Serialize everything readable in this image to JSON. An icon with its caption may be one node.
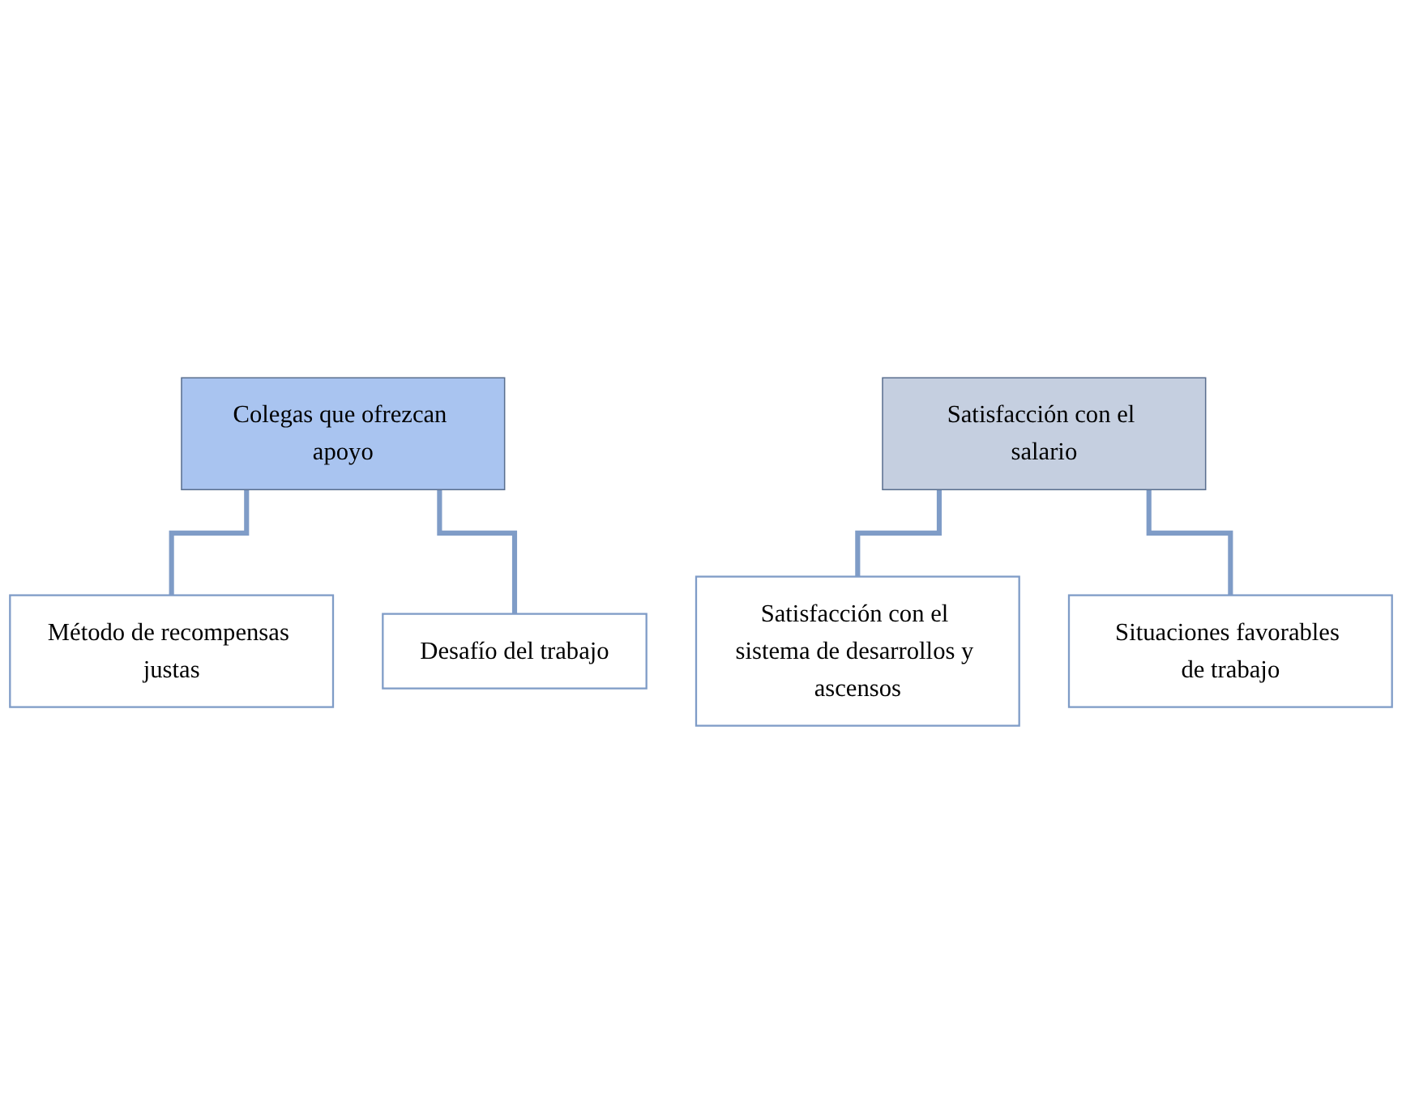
{
  "diagram": {
    "nodes": [
      {
        "text": [
          "Colegas que ofrezcan apoyo"
        ]
      },
      {
        "text": [
          "Método de recompensas justas"
        ]
      },
      {
        "text": [
          "Desafío del trabajo"
        ]
      },
      {
        "text": [
          "Satisfacción con el salario"
        ]
      },
      {
        "text": [
          "Satisfacción con el sistema de desarrollos y ascensos"
        ]
      },
      {
        "text": [
          "Situaciones favorables de trabajo"
        ]
      }
    ],
    "edges": [
      {
        "from": 0,
        "to": 1,
        "arrow": "none"
      },
      {
        "from": 0,
        "to": 2,
        "arrow": "none"
      },
      {
        "from": 3,
        "to": 4,
        "arrow": "none"
      },
      {
        "from": 3,
        "to": 5,
        "arrow": "none"
      }
    ]
  }
}
